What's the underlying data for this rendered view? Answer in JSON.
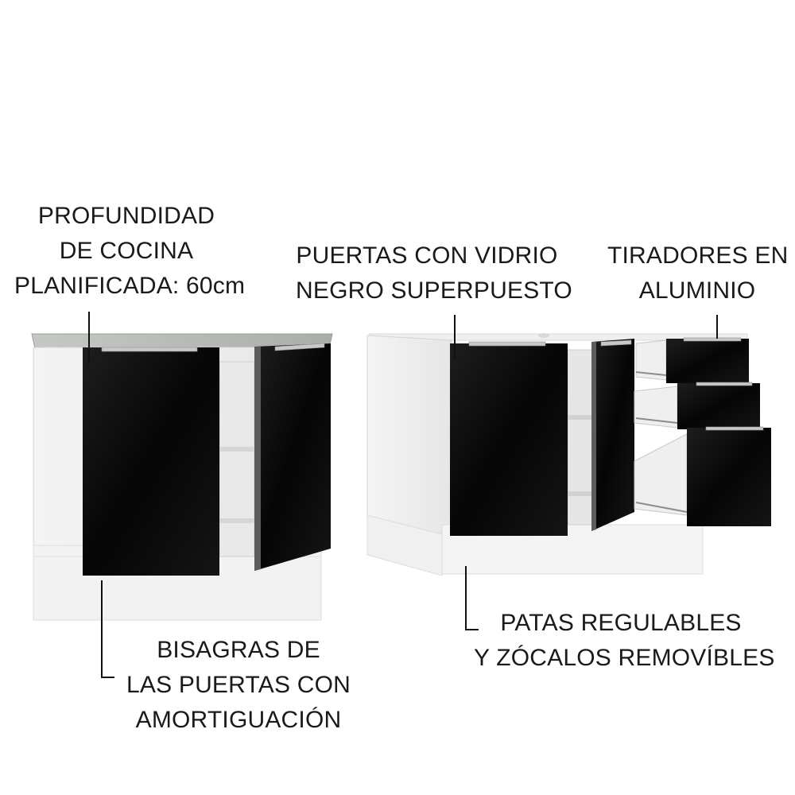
{
  "callouts": {
    "depth": {
      "lines": [
        "PROFUNDIDAD",
        "DE COCINA",
        "PLANIFICADA: 60cm"
      ]
    },
    "doors": {
      "lines": [
        "PUERTAS CON VIDRIO",
        "NEGRO SUPERPUESTO"
      ]
    },
    "handles": {
      "lines": [
        "TIRADORES EN",
        "ALUMINIO"
      ]
    },
    "hinges": {
      "lines": [
        "BISAGRAS DE",
        "LAS PUERTAS CON",
        "AMORTIGUACIÓN"
      ]
    },
    "legs": {
      "lines": [
        "PATAS REGULABLES",
        "Y ZÓCALOS REMOVÍBLES"
      ]
    }
  },
  "colors": {
    "cabinet_body": "#ffffff",
    "door_glass": "#0d0d0d",
    "countertop": "#b9bfb8",
    "handle": "#c8c8c8"
  }
}
